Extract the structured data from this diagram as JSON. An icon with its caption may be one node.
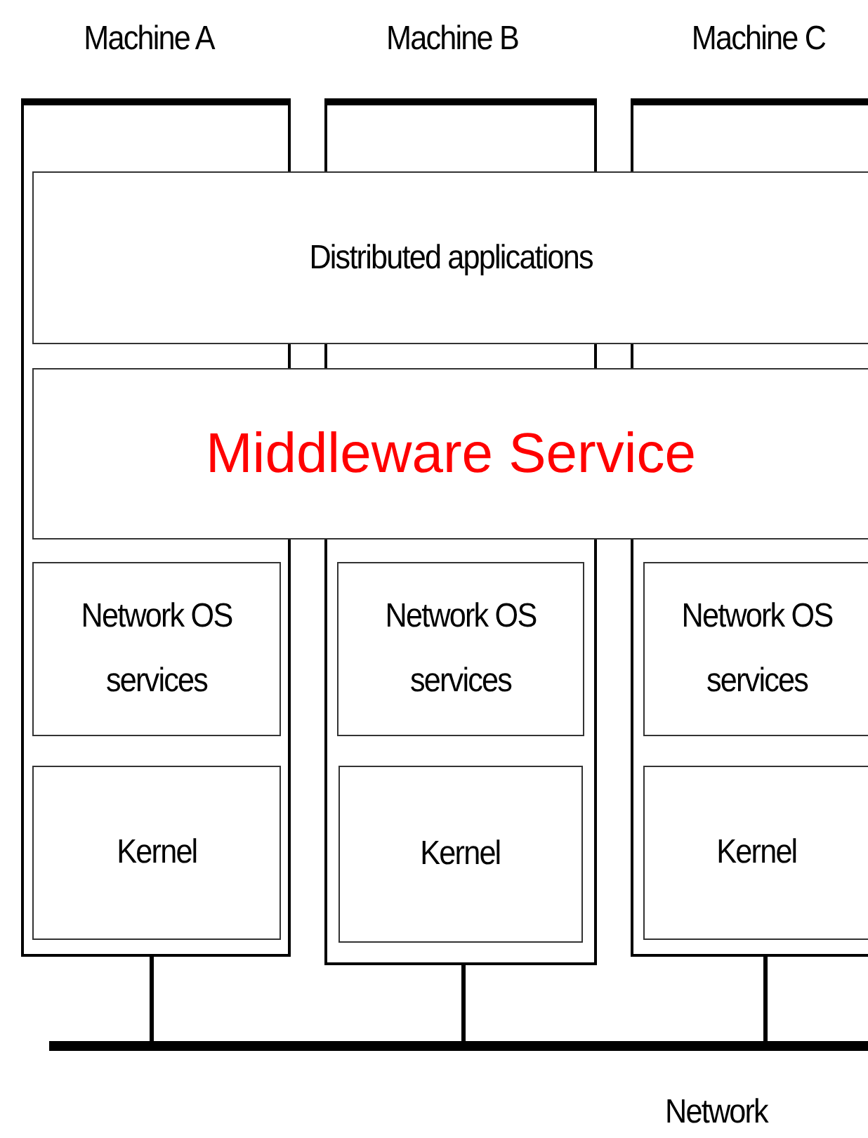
{
  "diagram": {
    "nodes": [
      {
        "text": [
          "Machine A"
        ]
      },
      {
        "text": [
          "Machine B"
        ]
      },
      {
        "text": [
          "Machine C"
        ]
      },
      {
        "text": [
          "Distributed applications"
        ]
      },
      {
        "text": [
          "Middleware Service"
        ]
      },
      {
        "text": [
          "Network OS services"
        ],
        "in": 0
      },
      {
        "text": [
          "Kernel"
        ],
        "in": 0
      },
      {
        "text": [
          "Network OS services"
        ],
        "in": 1
      },
      {
        "text": [
          "Kernel"
        ],
        "in": 1
      },
      {
        "text": [
          "Network OS services"
        ],
        "in": 2
      },
      {
        "text": [
          "Kernel"
        ],
        "in": 2
      },
      {
        "text": [
          "Network"
        ]
      }
    ],
    "edges": [
      {
        "from": 0,
        "to": 11,
        "arrow": "none"
      },
      {
        "from": 1,
        "to": 11,
        "arrow": "none"
      },
      {
        "from": 2,
        "to": 11,
        "arrow": "none"
      }
    ]
  }
}
